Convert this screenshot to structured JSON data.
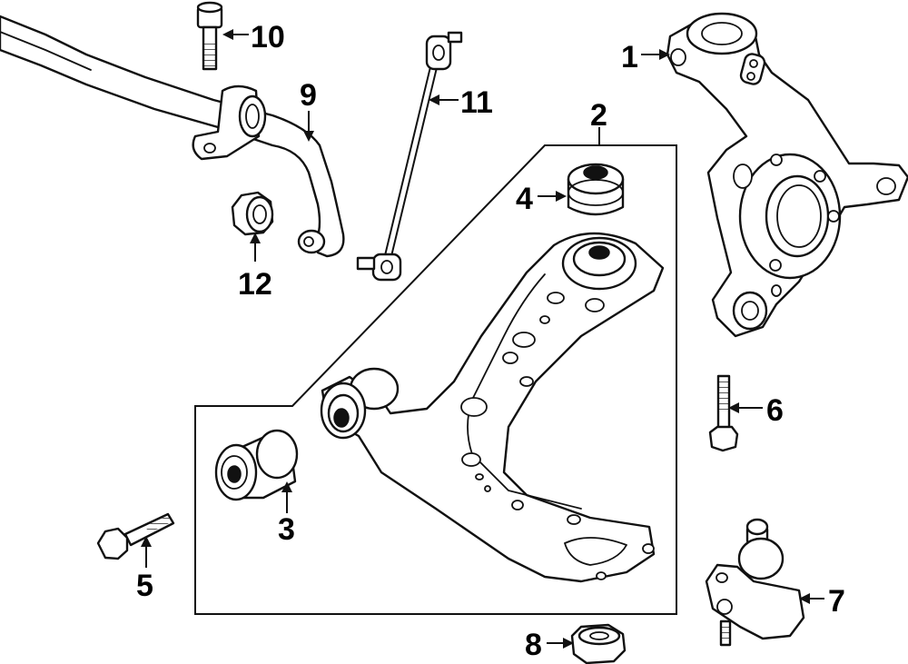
{
  "diagram": {
    "callouts": [
      {
        "id": "1",
        "label": "1"
      },
      {
        "id": "2",
        "label": "2"
      },
      {
        "id": "3",
        "label": "3"
      },
      {
        "id": "4",
        "label": "4"
      },
      {
        "id": "5",
        "label": "5"
      },
      {
        "id": "6",
        "label": "6"
      },
      {
        "id": "7",
        "label": "7"
      },
      {
        "id": "8",
        "label": "8"
      },
      {
        "id": "9",
        "label": "9"
      },
      {
        "id": "10",
        "label": "10"
      },
      {
        "id": "11",
        "label": "11"
      },
      {
        "id": "12",
        "label": "12"
      }
    ],
    "line_color": "#111111",
    "background": "#ffffff"
  }
}
